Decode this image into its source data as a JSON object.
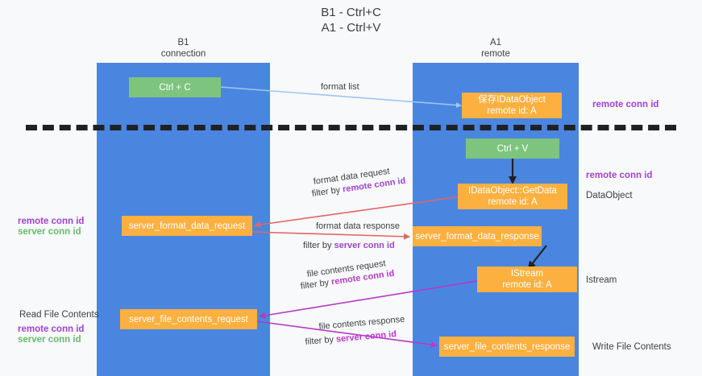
{
  "diagram": {
    "title_line1": "B1 - Ctrl+C",
    "title_line2": "A1 - Ctrl+V",
    "colors": {
      "lane": "#4a86e0",
      "node_green": "#7dc47f",
      "node_orange": "#fbb040",
      "remote_conn_id": "#a142d0",
      "server_conn_id": "#67bb6a",
      "arrow_blue": "#9fc5f0",
      "arrow_red": "#e06666",
      "arrow_magenta": "#b838c8",
      "arrow_black": "#202124",
      "divider": "#202124",
      "background": "#f8f9fa"
    }
  },
  "lanes": [
    {
      "id": "b1",
      "line1": "B1",
      "line2": "connection"
    },
    {
      "id": "a1",
      "line1": "A1",
      "line2": "remote"
    }
  ],
  "nodes": {
    "ctrl_c": {
      "line1": "Ctrl + C",
      "line2": ""
    },
    "save_idataobject": {
      "line1": "保存IDataObject",
      "line2": "remote id: A"
    },
    "ctrl_v": {
      "line1": "Ctrl + V",
      "line2": ""
    },
    "getdata": {
      "line1": "IDataObject::GetData",
      "line2": "remote id: A"
    },
    "server_format_data_request": {
      "line1": "server_format_data_request",
      "line2": ""
    },
    "server_format_data_response": {
      "line1": "server_format_data_response",
      "line2": ""
    },
    "istream": {
      "line1": "IStream",
      "line2": "remote id: A"
    },
    "server_file_contents_request": {
      "line1": "server_file_contents_request",
      "line2": ""
    },
    "server_file_contents_response": {
      "line1": "server_file_contents_response",
      "line2": ""
    }
  },
  "edge_labels": {
    "format_list": "format list",
    "format_data_request": "format data request",
    "format_data_request_filter_prefix": "filter by ",
    "format_data_request_filter_key": "remote conn id",
    "format_data_response": "format data response",
    "format_data_response_filter_prefix": "filter by ",
    "format_data_response_filter_key": "server conn id",
    "file_contents_request": "file contents request",
    "file_contents_request_filter_prefix": "filter by ",
    "file_contents_request_filter_key": "remote conn id",
    "file_contents_response": "file contents response",
    "file_contents_response_filter_prefix": "filter by ",
    "file_contents_response_filter_key": "server conn id"
  },
  "annotations": {
    "right_remote_conn_id_top": "remote conn id",
    "right_remote_conn_id_mid": "remote conn id",
    "right_dataobject": "DataObject",
    "right_istream": "Istream",
    "right_write_file_contents": "Write File Contents",
    "left_mid_remote_conn_id": "remote conn id",
    "left_mid_server_conn_id": "server conn id",
    "left_read_file_contents": "Read File Contents",
    "left_low_remote_conn_id": "remote conn id",
    "left_low_server_conn_id": "server conn id"
  }
}
